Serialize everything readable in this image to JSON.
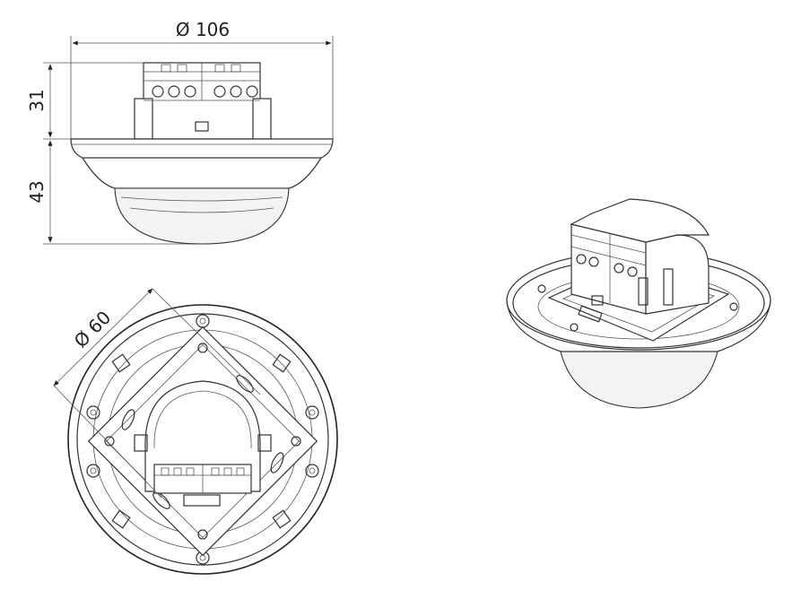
{
  "dimensions": {
    "diameter_top": "Ø 106",
    "height_upper": "31",
    "height_lower": "43",
    "diameter_bottom": "Ø 60"
  },
  "colors": {
    "line": "#333333",
    "background": "#ffffff"
  }
}
